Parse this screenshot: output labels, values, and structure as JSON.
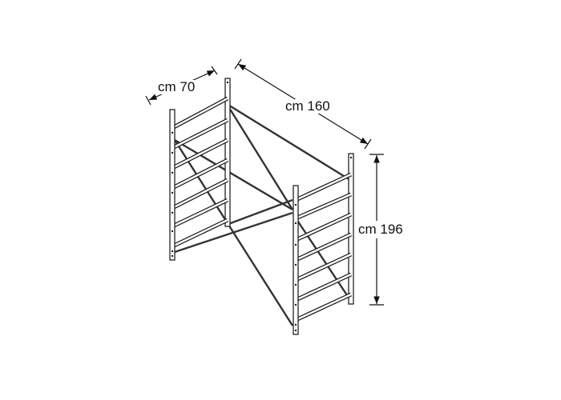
{
  "dimensions": {
    "depth": "cm 70",
    "length": "cm 160",
    "height": "cm 196"
  },
  "colors": {
    "stroke": "#222222",
    "background": "#ffffff"
  }
}
